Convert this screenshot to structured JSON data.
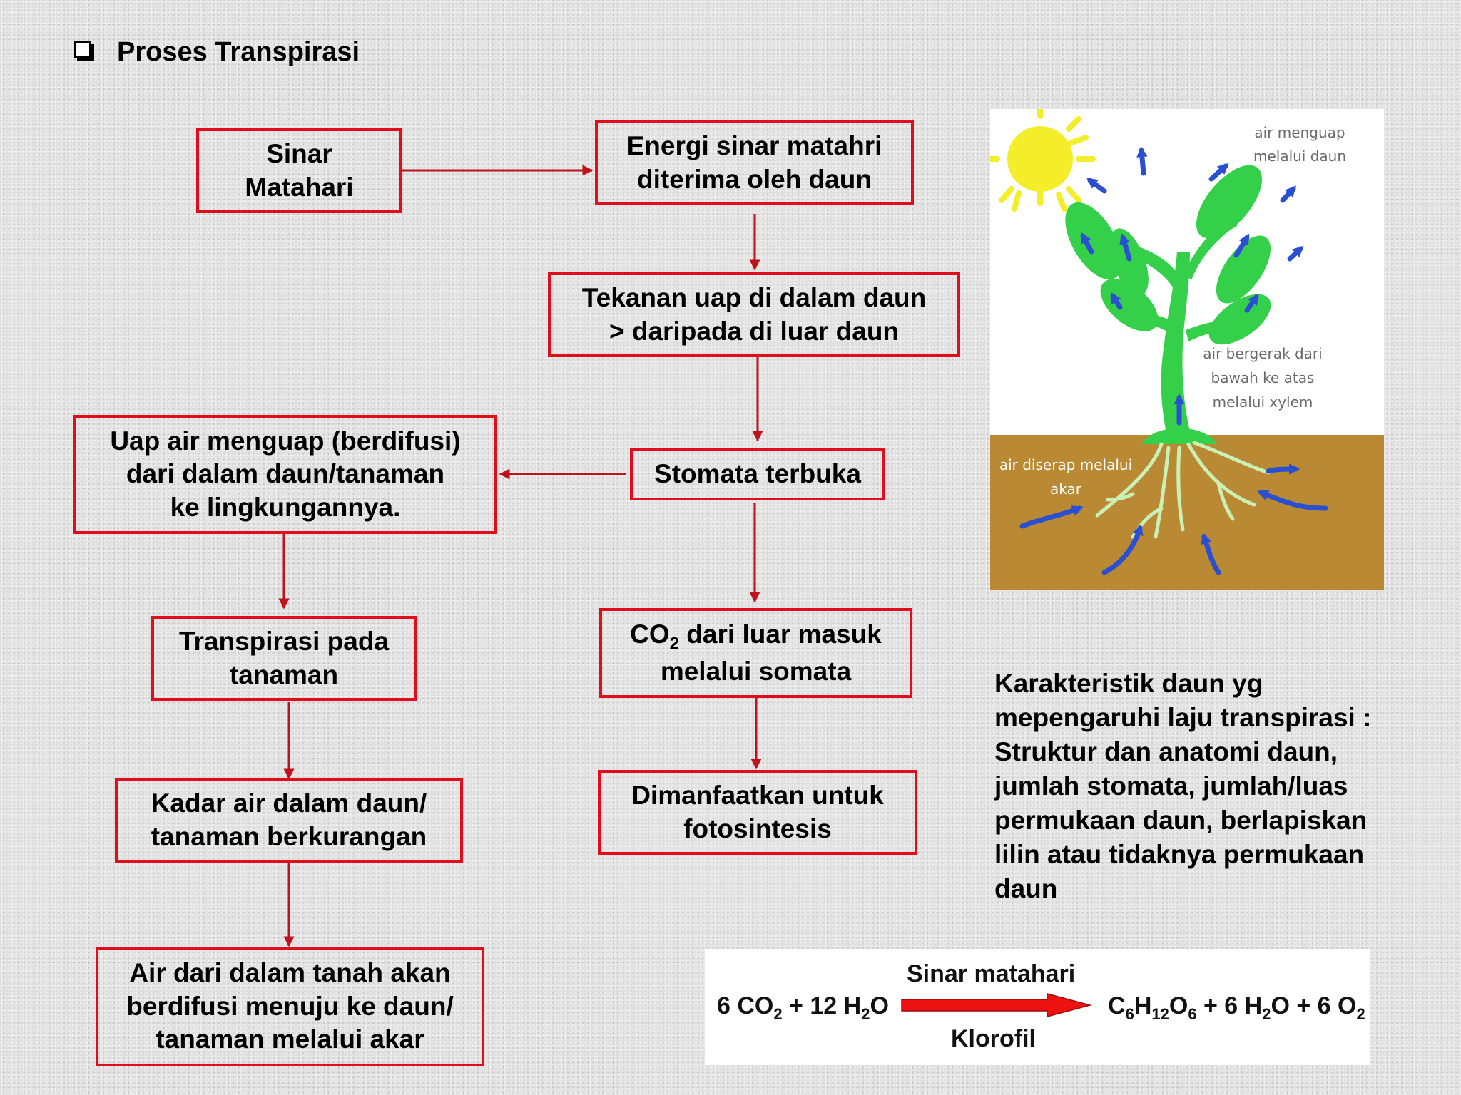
{
  "page": {
    "title": "Proses Transpirasi"
  },
  "flow": {
    "sinar_matahari": "Sinar\nMatahari",
    "energi": "Energi sinar matahri\nditerima oleh daun",
    "tekanan": "Tekanan uap di dalam daun\n> daripada di luar daun",
    "stomata": "Stomata terbuka",
    "uap_air": "Uap air menguap (berdifusi)\ndari dalam daun/tanaman\nke lingkungannya.",
    "co2": {
      "prefix": "CO",
      "sub": "2",
      "rest": " dari luar masuk\nmelalui somata"
    },
    "transpirasi": "Transpirasi pada\ntanaman",
    "kadar_air": "Kadar air dalam daun/\ntanaman berkurangan",
    "dimanfaatkan": "Dimanfaatkan untuk\nfotosintesis",
    "air_tanah": "Air dari dalam tanah akan\nberdifusi menuju ke daun/\ntanaman melalui akar"
  },
  "illustration": {
    "label_top": [
      "air menguap",
      "melalui daun"
    ],
    "label_middle": [
      "air bergerak dari",
      "bawah ke atas",
      "melalui xylem"
    ],
    "label_bottom": [
      "air diserap melalui",
      "akar"
    ],
    "colors": {
      "sky": "#ffffff",
      "soil": "#b98a33",
      "plant": "#35d04a",
      "sun": "#f4ee2a",
      "arrows": "#2a4fd0",
      "roots": "#c9f0b5"
    }
  },
  "description": "Karakteristik daun yg\nmepengaruhi laju transpirasi :\nStruktur dan anatomi daun,\njumlah stomata, jumlah/luas\npermukaan daun, berlapiskan\nlilin atau  tidaknya permukaan\ndaun",
  "equation": {
    "above_arrow": "Sinar matahari",
    "below_arrow": "Klorofil",
    "reactants": {
      "a": "6 CO",
      "b": "2",
      "c": " + 12 H",
      "d": "2",
      "e": "O"
    },
    "products": {
      "a": "C",
      "b": "6",
      "c": "H",
      "d": "12",
      "e": "O",
      "f": "6",
      "g": " + 6 H",
      "h": "2",
      "i": "O + 6 O",
      "j": "2"
    }
  },
  "colors": {
    "box_border": "#e00d1c",
    "arrow": "#c0121c",
    "equation_arrow": "#ee1111"
  }
}
